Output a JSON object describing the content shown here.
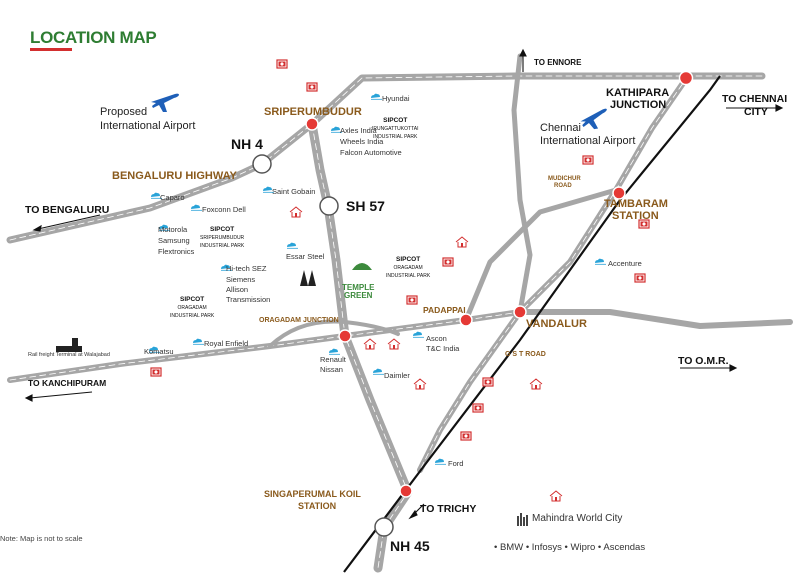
{
  "title": "LOCATION MAP",
  "note": "Note: Map is not to scale",
  "roads": {
    "nh4": "NH 4",
    "sh57": "SH 57",
    "nh45": "NH 45"
  },
  "places": {
    "sriperumbudur": "SRIPERUMBUDUR",
    "bengaluru_highway": "BENGALURU HIGHWAY",
    "kathipara_1": "KATHIPARA",
    "kathipara_2": "JUNCTION",
    "tambaram_1": "TAMBARAM",
    "tambaram_2": "STATION",
    "oragadam_junction": "ORAGADAM JUNCTION",
    "padappai": "PADAPPAI",
    "vandalur": "VANDALUR",
    "gst_road": "G S T ROAD",
    "mudichur_road_1": "MUDICHUR",
    "mudichur_road_2": "ROAD",
    "singaperumal_1": "SINGAPERUMAL KOIL",
    "singaperumal_2": "STATION"
  },
  "directions": {
    "ennore": "TO ENNORE",
    "chennai_1": "TO CHENNAI",
    "chennai_2": "CITY",
    "bengaluru": "TO BENGALURU",
    "kanchipuram": "TO KANCHIPURAM",
    "omr": "TO O.M.R.",
    "trichy": "TO TRICHY"
  },
  "airports": {
    "proposed_1": "Proposed",
    "proposed_2": "International Airport",
    "chennai_1": "Chennai",
    "chennai_2": "International Airport"
  },
  "zones": {
    "sipcot_irungattukottai": [
      "SIPCOT",
      "IRUNGATTUKOTTAI",
      "INDUSTRIAL PARK"
    ],
    "sipcot_sriperumbudur": [
      "SIPCOT",
      "SRIPERUMBUDUR",
      "INDUSTRIAL PARK"
    ],
    "sipcot_oragadam": [
      "SIPCOT",
      "ORAGADAM",
      "INDUSTRIAL PARK"
    ],
    "sipcot_oragadam_small": [
      "SIPCOT",
      "ORAGADAM",
      "INDUSTRIAL PARK"
    ]
  },
  "companies": {
    "hyundai": "Hyundai",
    "axles_india": "Axles India",
    "wheels_india": "Wheels India",
    "falcon": "Falcon Automotive",
    "saint_gobain": "Saint Gobain",
    "caparo": "Caparo",
    "foxconn_dell": "Foxconn   Dell",
    "motorola": "Motorola",
    "samsung": "Samsung",
    "flextronics": "Flextronics",
    "essar_steel": "Essar Steel",
    "hitech_sez": "Hi-tech SEZ",
    "siemens": "Siemens",
    "allison_1": "Allison",
    "allison_2": "Transmission",
    "komatsu": "Komatsu",
    "royal_enfield": "Royal Enfield",
    "renault_1": "Renault",
    "renault_2": "Nissan",
    "daimler": "Daimler",
    "ascon_1": "Ascon",
    "ascon_2": "T&C India",
    "accenture": "Accenture",
    "ford": "Ford",
    "mahindra_city": "Mahindra World City",
    "mwc_list": "• BMW  • Infosys  • Wipro  • Ascendas"
  },
  "rail_freight": "Rail freight Terminal at Walajabad",
  "temple_green_1": "TEMPLE",
  "temple_green_2": "GREEN",
  "colors": {
    "road": "#a8a8a8",
    "road_edge": "#ffffff",
    "rail": "#111111",
    "junction": "#e53935",
    "title": "#2e7d32",
    "place": "#8a5a1c",
    "airplane": "#1565c0",
    "landmark": "#d32f2f"
  }
}
